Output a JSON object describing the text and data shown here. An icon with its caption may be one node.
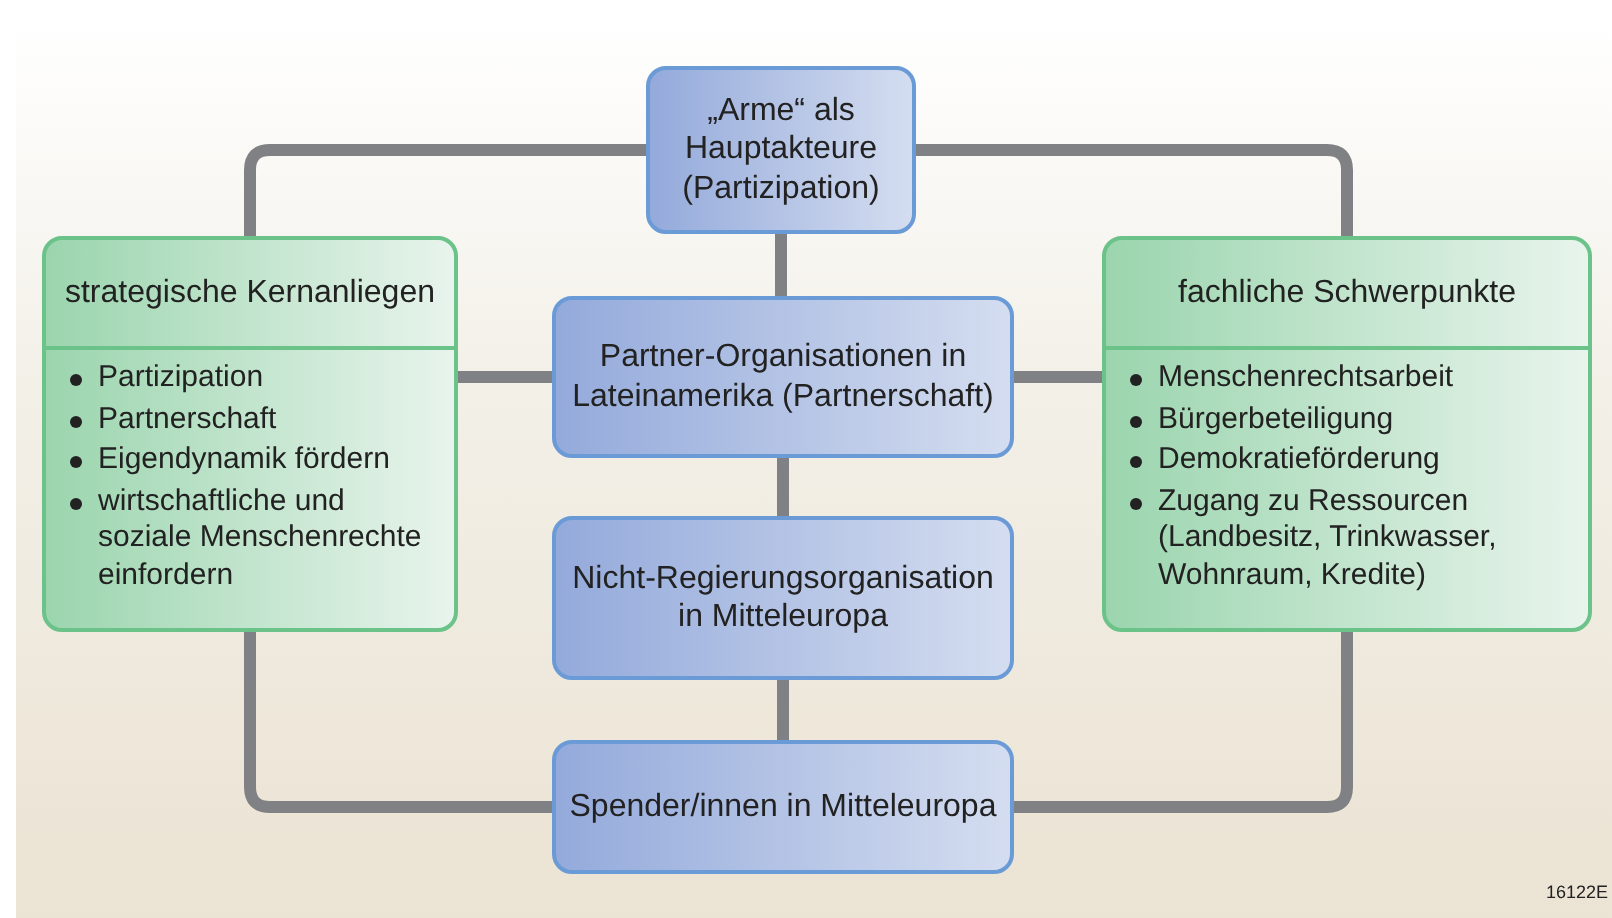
{
  "diagram": {
    "nodes": [
      {
        "text": [
          "„Arme“ als Hauptakteure (Partizipation)"
        ]
      },
      {
        "text": [
          "strategische Kernanliegen",
          "Partizipation",
          "Partnerschaft",
          "Eigendynamik fördern",
          "wirtschaftliche und soziale Menschenrechte einfordern"
        ]
      },
      {
        "text": [
          "Partner-Organisationen in Lateinamerika (Partnerschaft)"
        ]
      },
      {
        "text": [
          "fachliche Schwerpunkte",
          "Menschenrechtsarbeit",
          "Bürgerbeteiligung",
          "Demokratieförderung",
          "Zugang zu Ressourcen (Landbesitz, Trinkwasser, Wohnraum, Kredite)"
        ]
      },
      {
        "text": [
          "Nicht-Regierungsorganisation in Mitteleuropa"
        ]
      },
      {
        "text": [
          "Spender/innen in Mitteleuropa"
        ]
      }
    ],
    "edges": [
      {
        "from": 0,
        "to": 1,
        "arrow": "none"
      },
      {
        "from": 0,
        "to": 3,
        "arrow": "none"
      },
      {
        "from": 0,
        "to": 2,
        "arrow": "none"
      },
      {
        "from": 1,
        "to": 2,
        "arrow": "none"
      },
      {
        "from": 2,
        "to": 3,
        "arrow": "none"
      },
      {
        "from": 2,
        "to": 4,
        "arrow": "none"
      },
      {
        "from": 4,
        "to": 5,
        "arrow": "none"
      },
      {
        "from": 1,
        "to": 5,
        "arrow": "none"
      },
      {
        "from": 3,
        "to": 5,
        "arrow": "none"
      }
    ],
    "labels": [
      "16122E"
    ]
  }
}
